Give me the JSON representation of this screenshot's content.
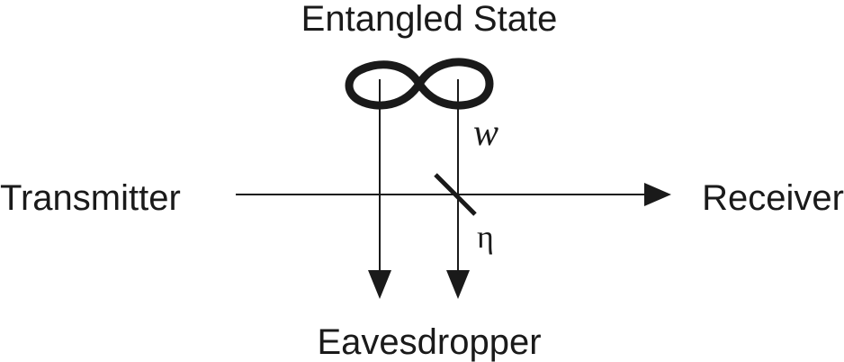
{
  "labels": {
    "title": "Entangled State",
    "transmitter": "Transmitter",
    "receiver": "Receiver",
    "eavesdropper": "Eavesdropper",
    "w": "w",
    "eta": "η"
  },
  "colors": {
    "ink": "#1a1a1a",
    "background": "#ffffff"
  },
  "icons": {
    "entangled_state": "infinity-icon",
    "beam_splitter": "beam-splitter-icon"
  }
}
